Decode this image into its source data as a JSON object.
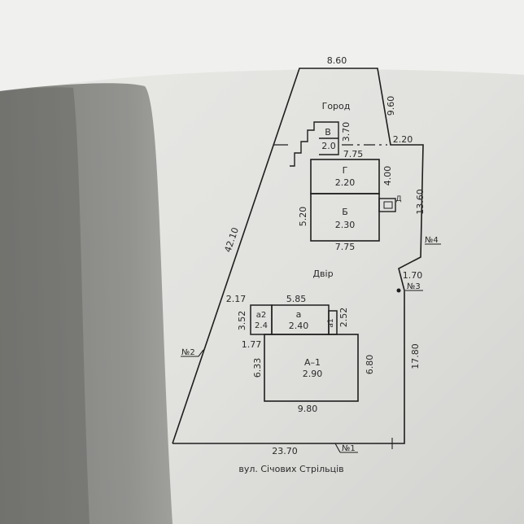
{
  "plan": {
    "street": "вул. Січових Стрільців",
    "zones": {
      "garden": "Город",
      "yard": "Двір"
    },
    "points": {
      "p1": "№1",
      "p2": "№2",
      "p3": "№3",
      "p4": "№4"
    },
    "boundary": {
      "top": "8.60",
      "right_upper": "9.60",
      "step": "2.20",
      "right_middle": "13.60",
      "notch": "1.70",
      "right_lower": "17.80",
      "bottom": "23.70",
      "left": "42.10"
    },
    "buildings": {
      "V": {
        "letter": "В",
        "value": "2.0",
        "dim": "3.70"
      },
      "G": {
        "letter": "Г",
        "value": "2.20",
        "dim_top": "7.75",
        "dim_side": "4.00"
      },
      "B": {
        "letter": "Б",
        "value": "2.30",
        "dim_side": "5.20",
        "dim_bottom": "7.75"
      },
      "D": {
        "letter": "Д"
      },
      "A1": {
        "letter": "А–1",
        "value": "2.90",
        "dim_left": "6.33",
        "dim_right": "6.80",
        "dim_bottom": "9.80"
      },
      "a": {
        "letter": "а",
        "value": "2.40",
        "dim_top": "5.85"
      },
      "a2": {
        "letter": "а2",
        "value": "2.4",
        "dim_top": "2.17",
        "dim_left": "3.52",
        "dim_bottom": "1.77"
      },
      "a1": {
        "letter": "а1",
        "dim_right": "2.52"
      }
    }
  }
}
